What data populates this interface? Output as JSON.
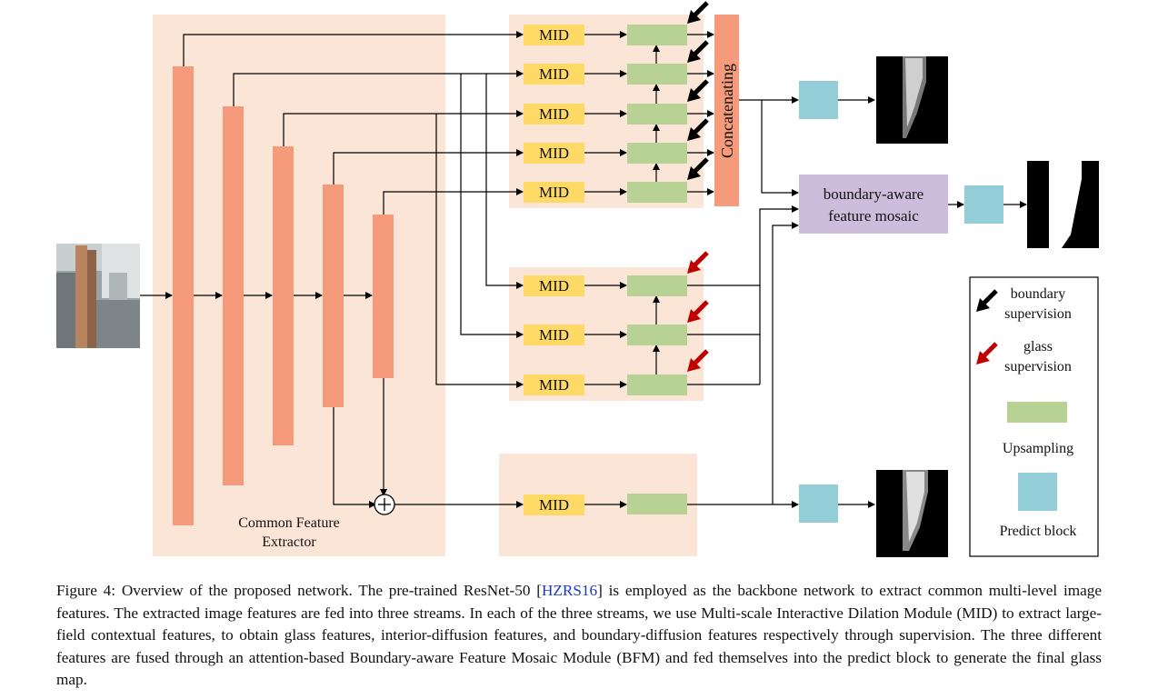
{
  "labels": {
    "mid": "MID",
    "concat": "Concatenating",
    "bfm_line1": "boundary-aware",
    "bfm_line2": "feature mosaic",
    "extractor_line1": "Common Feature",
    "extractor_line2": "Extractor"
  },
  "legend": {
    "boundary_line1": "boundary",
    "boundary_line2": "supervision",
    "glass_line1": "glass",
    "glass_line2": "supervision",
    "upsampling": "Upsampling",
    "predict": "Predict block"
  },
  "caption": {
    "lead": "Figure 4:  Overview of the proposed network. The pre-trained ResNet-50 [",
    "cite": "HZRS16",
    "rest": "] is employed as the backbone network to extract common multi-level image features. The extracted image features are fed into three streams. In each of the three streams, we use Multi-scale Interactive Dilation Module (MID) to extract large-field contextual features, to obtain glass features, interior-diffusion features, and boundary-diffusion features respectively through supervision. The three different features are fused through an attention-based Boundary-aware Feature Mosaic Module (BFM) and fed themselves into the predict block to generate the final glass map."
  },
  "colors": {
    "panel": "#fbe5d6",
    "backbone": "#f59b7c",
    "mid": "#ffd966",
    "upsample": "#b8d195",
    "predict": "#93cdd8",
    "bfm": "#cdbcdb",
    "boundary_arrow": "#000000",
    "glass_arrow": "#c00000",
    "cite": "#1a37c9"
  }
}
